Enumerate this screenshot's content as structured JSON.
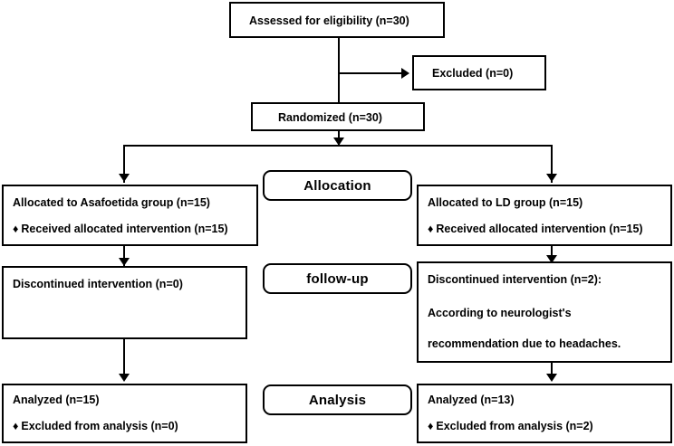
{
  "diagram": {
    "title": "CONSORT participant flow diagram",
    "stroke_color": "#000000",
    "background_color": "#ffffff"
  },
  "nodes": {
    "assessed": {
      "text": "Assessed for eligibility (n=30)"
    },
    "excluded": {
      "text": "Excluded (n=0)"
    },
    "randomized": {
      "text": "Randomized (n=30)"
    },
    "allocation_band": {
      "label": "Allocation"
    },
    "followup_band": {
      "label": "follow-up"
    },
    "analysis_band": {
      "label": "Analysis"
    },
    "alloc_left": {
      "line1": "Allocated to Asafoetida group (n=15)",
      "bullet": "♦",
      "line2": "Received allocated intervention (n=15)"
    },
    "alloc_right": {
      "line1": "Allocated to LD group (n=15)",
      "bullet": "♦",
      "line2": "Received allocated intervention (n=15)"
    },
    "followup_left": {
      "line1": "Discontinued intervention (n=0)"
    },
    "followup_right": {
      "line1": "Discontinued intervention (n=2):",
      "line2": "According to neurologist's",
      "line3": "recommendation due to headaches."
    },
    "analysis_left": {
      "line1": "Analyzed  (n=15)",
      "bullet": "♦",
      "line2": "Excluded from analysis (n=0)"
    },
    "analysis_right": {
      "line1": "Analyzed  (n=13)",
      "bullet": "♦",
      "line2": "Excluded from analysis (n=2)"
    }
  }
}
